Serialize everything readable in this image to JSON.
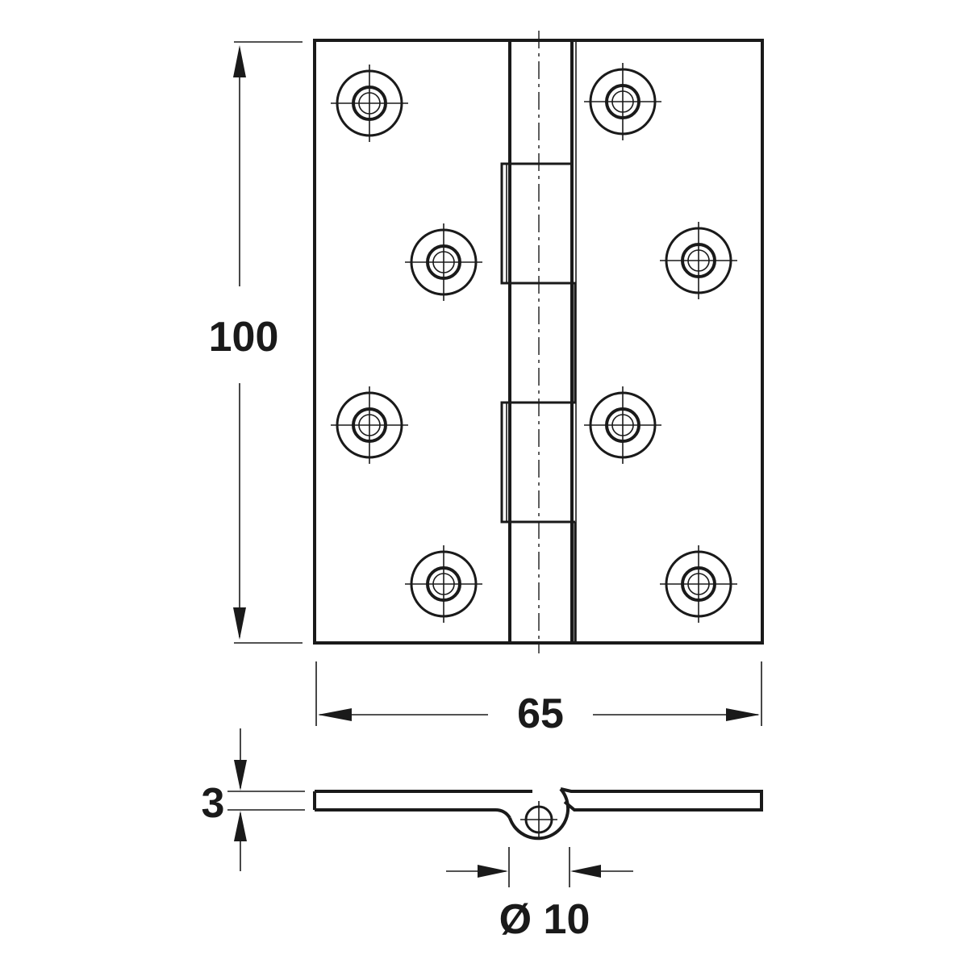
{
  "dimensions": {
    "height": "100",
    "width": "65",
    "thickness": "3",
    "knuckle_diameter": "Ø 10"
  },
  "colors": {
    "line": "#1a1a1a",
    "background": "#ffffff"
  },
  "screw_holes": 8,
  "knuckles": 5
}
